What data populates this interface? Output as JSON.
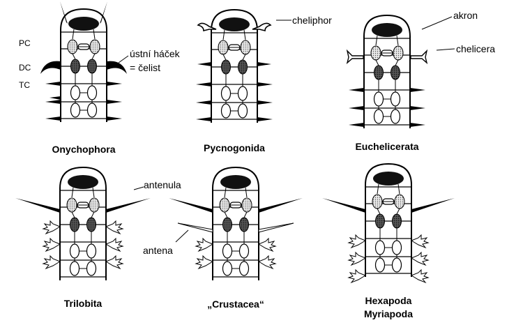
{
  "segment_labels": {
    "pc": "PC",
    "dc": "DC",
    "tc": "TC"
  },
  "annotations": {
    "mouth_hook_line1": "ústní háček",
    "mouth_hook_line2": "= čelist",
    "cheliphor": "cheliphor",
    "akron": "akron",
    "chelicera": "chelicera",
    "antenula": "antenula",
    "antena": "antena"
  },
  "taxa": {
    "onychophora": "Onychophora",
    "pycnogonida": "Pycnogonida",
    "euchelicerata": "Euchelicerata",
    "trilobita": "Trilobita",
    "crustacea": "„Crustacea“",
    "hexapoda": "Hexapoda",
    "myriapoda": "Myriapoda"
  },
  "colors": {
    "ink": "#000000",
    "stipple": "#bdbdbd",
    "dark_ganglion": "#3a3a3a",
    "background": "#ffffff"
  }
}
